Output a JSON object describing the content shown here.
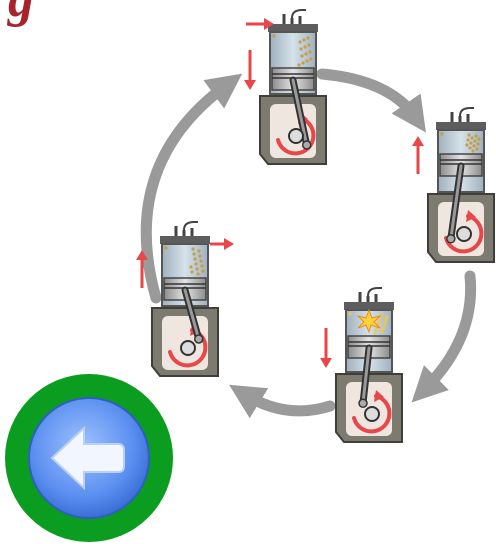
{
  "heading_fragment": "g",
  "cycle": {
    "strokes": [
      "intake",
      "compression",
      "power",
      "exhaust"
    ]
  },
  "colors": {
    "arrow_gray": "#9a9a9a",
    "motion_red": "#e8474a",
    "cylinder_blue": "#c9d9e3",
    "crankcase": "#7d7b70",
    "back_ring": "#0a9d20",
    "back_face": "#5e95f2"
  },
  "back_button": {
    "icon": "left-arrow-icon"
  }
}
